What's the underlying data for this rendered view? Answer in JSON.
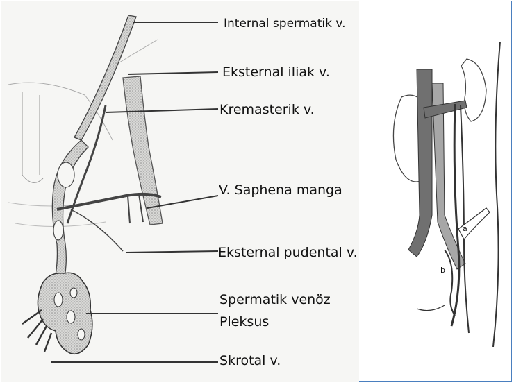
{
  "labels": {
    "internal": "Internal spermatik v.",
    "external_iliac": "Eksternal iliak v.",
    "cremasteric": "Kremasterik v.",
    "saphena": "V. Saphena manga",
    "pudental": "Eksternal pudental v.",
    "plexus_1": "Spermatik venöz",
    "plexus_2": "Pleksus",
    "scrotal": "Skrotal v."
  },
  "right_labels": {
    "a": "a",
    "b": "b"
  },
  "colors": {
    "border": "#4a7fbf",
    "vein_fill": "#b9b9b9",
    "vessel_dark": "#6f6f6f"
  }
}
